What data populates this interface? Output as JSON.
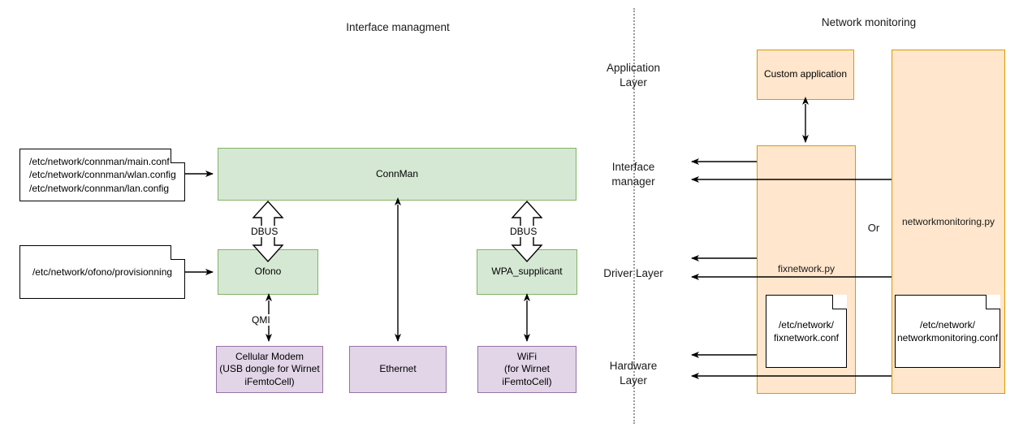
{
  "titles": {
    "left": "Interface managment",
    "right": "Network monitoring"
  },
  "layers": [
    {
      "id": "application-layer",
      "label": "Application\nLayer"
    },
    {
      "id": "interface-manager",
      "label": "Interface\nmanager"
    },
    {
      "id": "driver-layer",
      "label": "Driver Layer"
    },
    {
      "id": "hardware-layer",
      "label": "Hardware\nLayer"
    }
  ],
  "left_side": {
    "notes": [
      {
        "id": "connman-config-note",
        "text": "/etc/network/connman/main.conf\n/etc/network/connman/wlan.config\n/etc/network/connman/lan.config"
      },
      {
        "id": "ofono-config-note",
        "text": "/etc/network/ofono/provisionning"
      }
    ],
    "boxes": [
      {
        "id": "connman-box",
        "label": "ConnMan",
        "color": "#d5e8d4"
      },
      {
        "id": "ofono-box",
        "label": "Ofono",
        "color": "#d5e8d4"
      },
      {
        "id": "wpa-supplicant-box",
        "label": "WPA_supplicant",
        "color": "#d5e8d4"
      }
    ],
    "hardware_boxes": [
      {
        "id": "cellular-modem-box",
        "label": "Cellular Modem\n(USB dongle for Wirnet\niFemtoCell)",
        "color": "#e1d5e7"
      },
      {
        "id": "ethernet-box",
        "label": "Ethernet",
        "color": "#e1d5e7"
      },
      {
        "id": "wifi-box",
        "label": "WiFi\n(for Wirnet\niFemtoCell)",
        "color": "#e1d5e7"
      }
    ],
    "connectors": [
      {
        "id": "dbus-connman-ofono",
        "label": "DBUS"
      },
      {
        "id": "dbus-connman-wpa",
        "label": "DBUS"
      },
      {
        "id": "qmi-ofono-modem",
        "label": "QMI"
      }
    ]
  },
  "right_side": {
    "custom_application": {
      "id": "custom-application-box",
      "label": "Custom application"
    },
    "panels": [
      {
        "id": "fixnetwork-panel",
        "label": "fixnetwork.py"
      },
      {
        "id": "networkmonitoring-panel",
        "label": "networkmonitoring.py"
      }
    ],
    "or_label": "Or",
    "notes": [
      {
        "id": "fixnetwork-conf-note",
        "text": "/etc/network/\nfixnetwork.conf"
      },
      {
        "id": "networkmonitoring-conf-note",
        "text": "/etc/network/\nnetworkmonitoring.conf"
      }
    ]
  },
  "colors": {
    "green_fill": "#d5e8d4",
    "green_border": "#82b366",
    "purple_fill": "#e1d5e7",
    "purple_border": "#9673a6",
    "orange_fill": "#ffe6cc",
    "orange_border": "#d79b00",
    "line": "#000000",
    "divider": "#9a9a9a"
  }
}
